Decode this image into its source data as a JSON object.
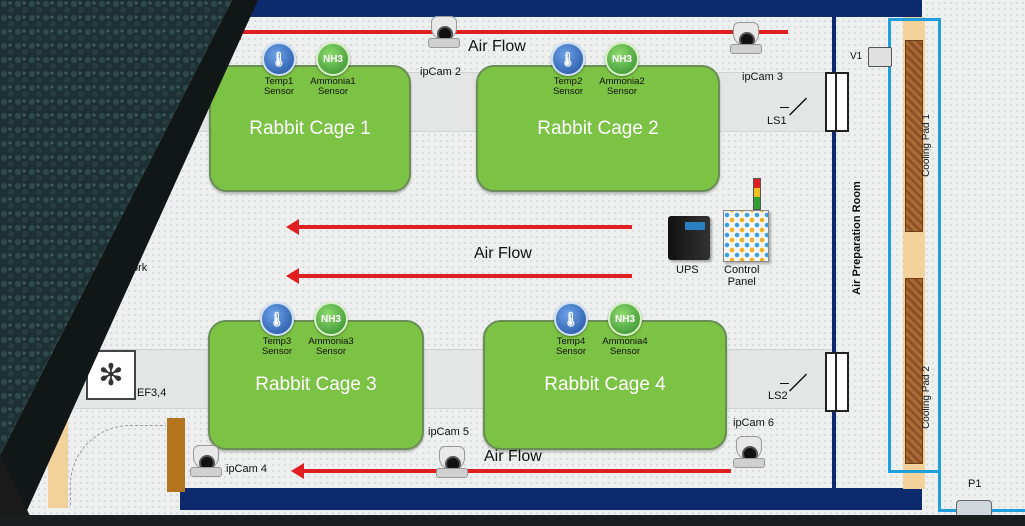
{
  "cages": [
    {
      "label": "Rabbit Cage 1",
      "temp": "Temp1\nSensor",
      "amm": "Ammonia1\nSensor"
    },
    {
      "label": "Rabbit Cage 2",
      "temp": "Temp2\nSensor",
      "amm": "Ammonia2\nSensor"
    },
    {
      "label": "Rabbit Cage 3",
      "temp": "Temp3\nSensor",
      "amm": "Ammonia3\nSensor"
    },
    {
      "label": "Rabbit Cage 4",
      "temp": "Temp4\nSensor",
      "amm": "Ammonia4\nSensor"
    }
  ],
  "airflow": "Air Flow",
  "nh3": "NH3",
  "cams": [
    "ipCam 2",
    "ipCam 3",
    "ipCam 4",
    "ipCam 5",
    "ipCam 6"
  ],
  "ups": "UPS",
  "control_panel": "Control\nPanel",
  "room": "Air Preparation Room",
  "pads": [
    "Cooling Pad 1",
    "Cooling Pad 2"
  ],
  "switches": [
    "LS1",
    "LS2"
  ],
  "valve": "V1",
  "pump": "P1",
  "fan": "EF3,4",
  "mesh_partial": "er\nsh\nwork"
}
